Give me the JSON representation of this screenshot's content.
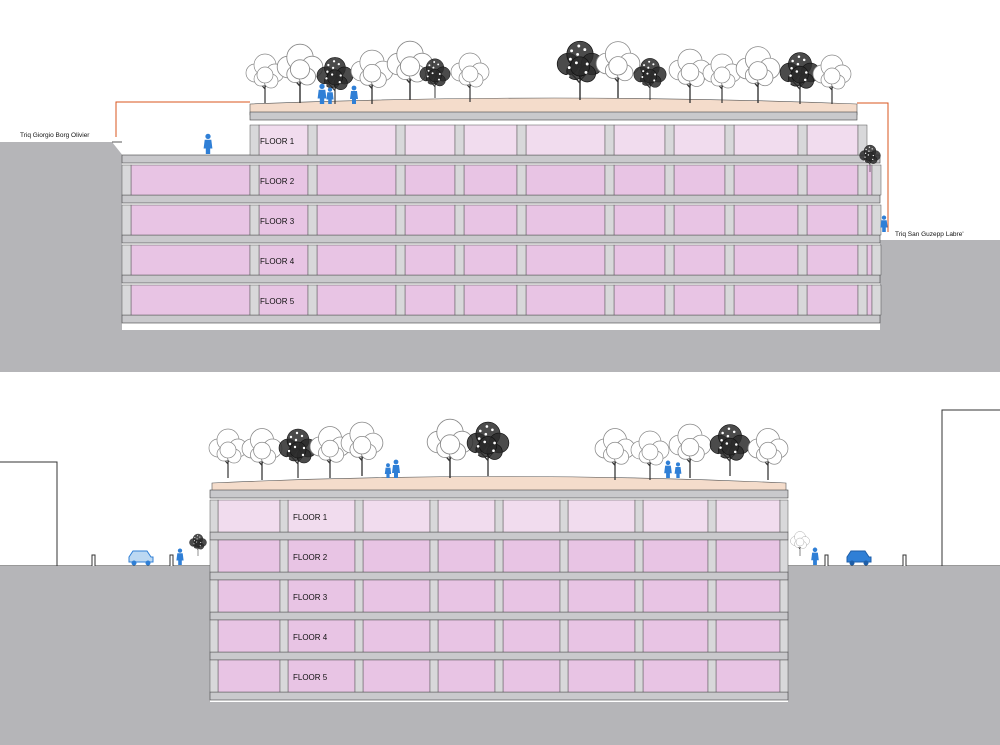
{
  "section_top": {
    "streets": {
      "left": "Triq Giorgio Borg Olivier",
      "right": "Triq San Guzepp Labre'"
    },
    "floors": [
      "FLOOR 1",
      "FLOOR 2",
      "FLOOR 3",
      "FLOOR 4",
      "FLOOR 5"
    ]
  },
  "section_bottom": {
    "floors": [
      "FLOOR 1",
      "FLOOR 2",
      "FLOOR 3",
      "FLOOR 4",
      "FLOOR 5"
    ]
  },
  "colors": {
    "ground": "#b5b5b8",
    "floor_fill": "#e8c4e4",
    "floor_fill_light": "#f1dcee",
    "slab": "#c9c9cc",
    "roof": "#f4dccb",
    "dimension": "#d9541e",
    "people": "#2f7fd6"
  },
  "icons": [
    "tree-icon",
    "person-icon",
    "car-icon"
  ]
}
